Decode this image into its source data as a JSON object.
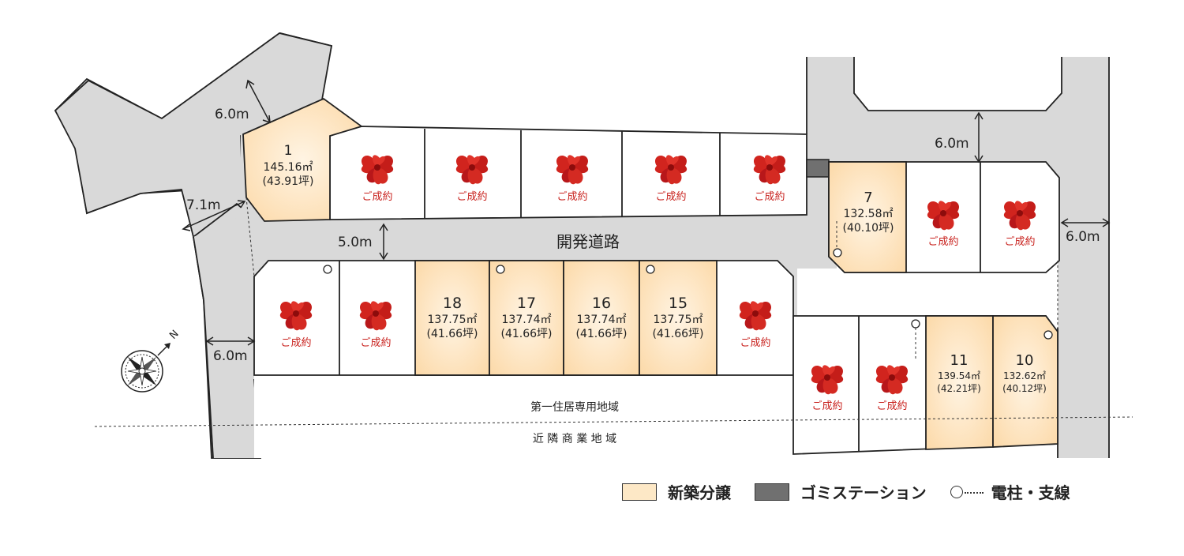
{
  "colors": {
    "road": "#d9d9d9",
    "new_lot": "#fde8c6",
    "sold_lot": "#ffffff",
    "garbage_station": "#707070",
    "sold_ribbon": "#c8201c"
  },
  "roads": {
    "main_road_label": "開発道路",
    "widths": {
      "top_left": "6.0m",
      "left": "7.1m",
      "main": "5.0m",
      "bottom_left": "6.0m",
      "top_right": "6.0m",
      "right": "6.0m"
    }
  },
  "sold_label": "ご成約",
  "lots": [
    {
      "number": "1",
      "area": "145.16㎡",
      "tsubo": "(43.91坪)"
    },
    {
      "number": "7",
      "area": "132.58㎡",
      "tsubo": "(40.10坪)"
    },
    {
      "number": "18",
      "area": "137.75㎡",
      "tsubo": "(41.66坪)"
    },
    {
      "number": "17",
      "area": "137.74㎡",
      "tsubo": "(41.66坪)"
    },
    {
      "number": "16",
      "area": "137.74㎡",
      "tsubo": "(41.66坪)"
    },
    {
      "number": "15",
      "area": "137.75㎡",
      "tsubo": "(41.66坪)"
    },
    {
      "number": "11",
      "area": "139.54㎡",
      "tsubo": "(42.21坪)"
    },
    {
      "number": "10",
      "area": "132.62㎡",
      "tsubo": "(40.12坪)"
    }
  ],
  "zones": {
    "upper": "第一住居専用地域",
    "lower": "近 隣 商 業 地 域"
  },
  "compass": {
    "north_label": "N"
  },
  "legend": {
    "new_sale": "新築分譲",
    "garbage_station": "ゴミステーション",
    "pole": "電柱・支線"
  }
}
